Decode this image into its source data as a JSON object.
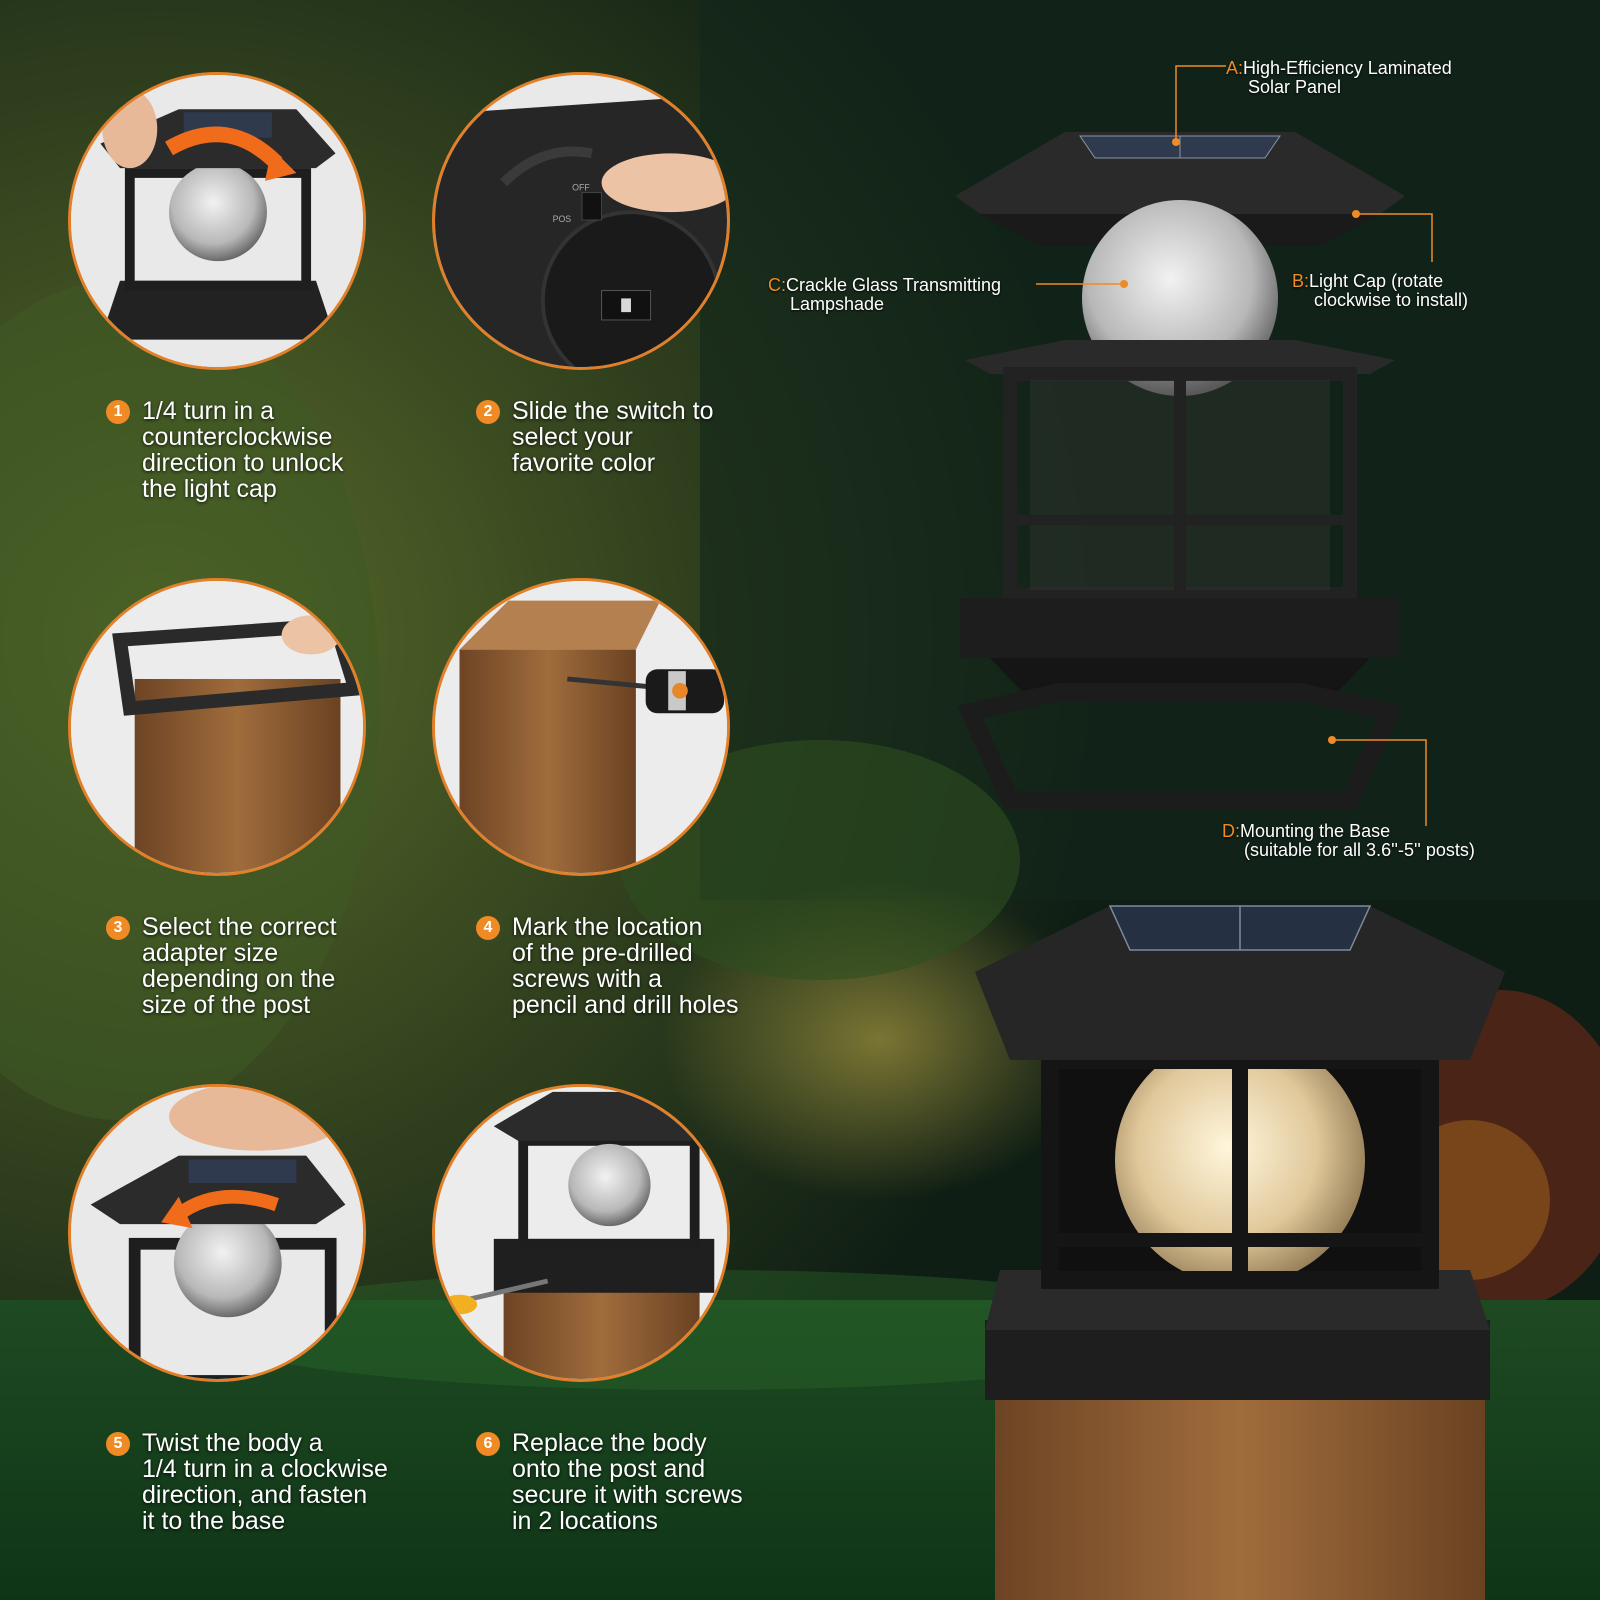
{
  "steps": [
    {
      "number": "1",
      "text": "1/4 turn in a\ncounterclockwise\ndirection to unlock\nthe light cap"
    },
    {
      "number": "2",
      "text": "Slide the switch to\nselect your\nfavorite color"
    },
    {
      "number": "3",
      "text": "Select the correct\nadapter size\ndepending on the\nsize of the post"
    },
    {
      "number": "4",
      "text": "Mark the location\nof the pre-drilled\nscrews with a\npencil and drill holes"
    },
    {
      "number": "5",
      "text": "Twist the body a\n1/4 turn in a clockwise\ndirection, and fasten\nit to the base"
    },
    {
      "number": "6",
      "text": "Replace the body\nonto the post and\nsecure it with screws\nin 2 locations"
    }
  ],
  "callouts": {
    "a": {
      "letter": "A:",
      "line1": "High-Efficiency Laminated",
      "line2": "Solar Panel"
    },
    "b": {
      "letter": "B:",
      "line1": "Light Cap (rotate",
      "line2": "clockwise to install)"
    },
    "c": {
      "letter": "C:",
      "line1": "Crackle Glass Transmitting",
      "line2": "Lampshade"
    },
    "d": {
      "letter": "D:",
      "line1": "Mounting the Base",
      "line2": "(suitable for all 3.6''-5'' posts)"
    }
  },
  "switch_labels": {
    "off": "OFF",
    "pos": "POS"
  },
  "colors": {
    "accent": "#f08a24",
    "text": "#ffffff",
    "lamp_body": "#1f1f1f",
    "wood": "#8a5a32"
  }
}
